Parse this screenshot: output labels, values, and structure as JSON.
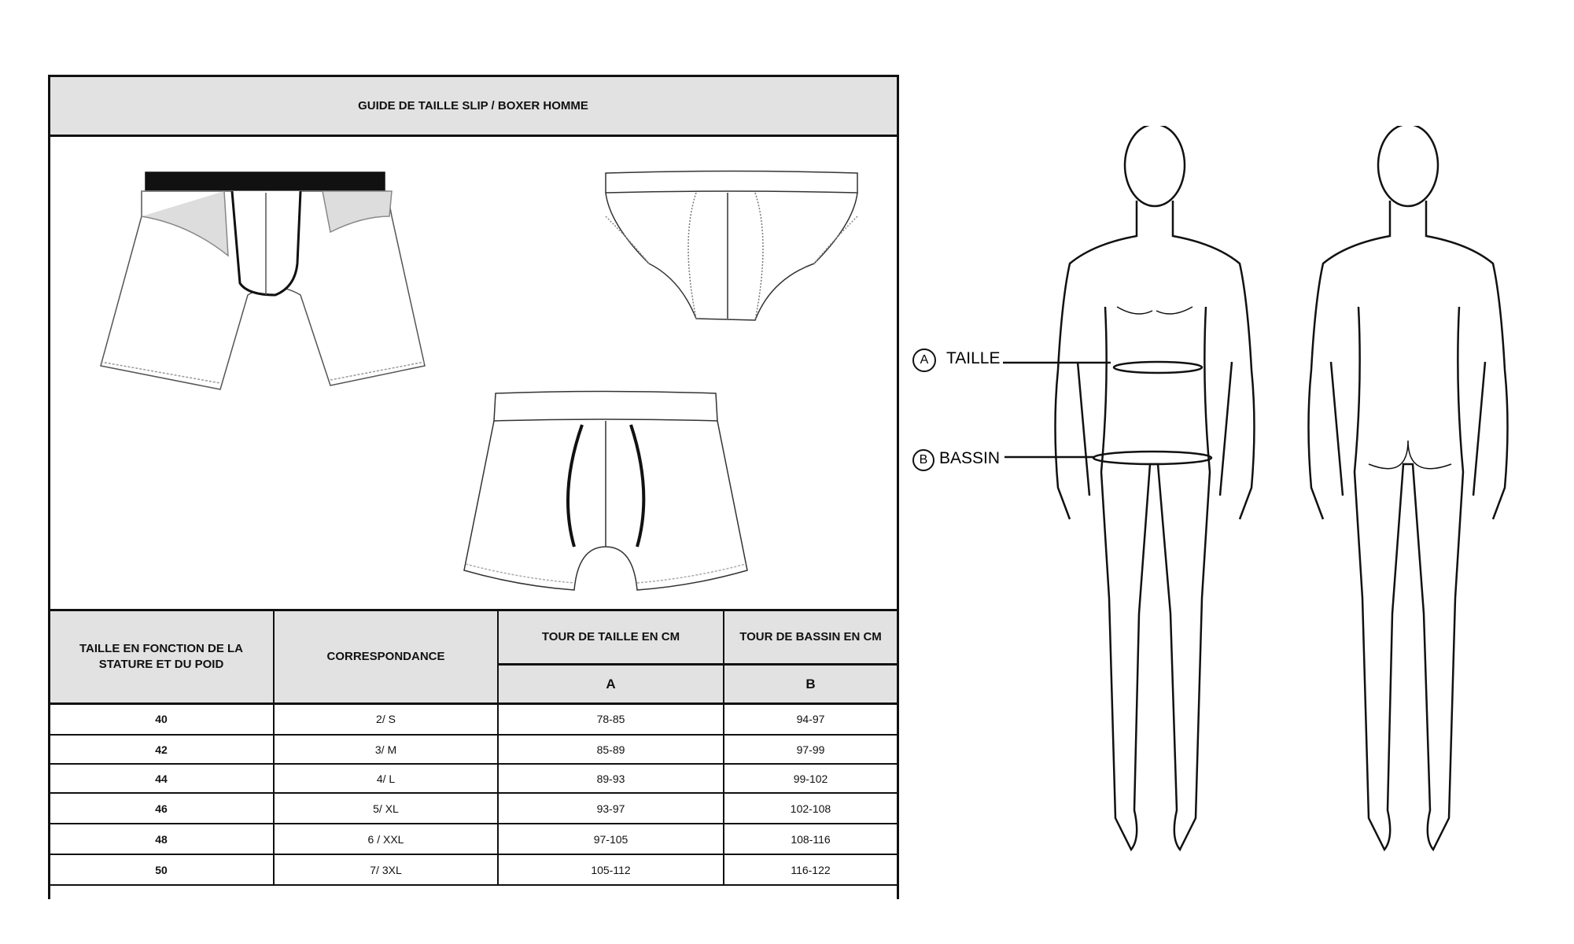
{
  "guide": {
    "title": "GUIDE DE TAILLE SLIP / BOXER HOMME",
    "headers": {
      "size": "TAILLE EN FONCTION DE LA STATURE ET DU POID",
      "correspondance": "CORRESPONDANCE",
      "waist": "TOUR DE TAILLE EN CM",
      "hip": "TOUR DE BASSIN EN CM",
      "waist_code": "A",
      "hip_code": "B"
    },
    "rows": [
      {
        "size": "40",
        "corr": "2/ S",
        "waist": "78-85",
        "hip": "94-97"
      },
      {
        "size": "42",
        "corr": "3/ M",
        "waist": "85-89",
        "hip": "97-99"
      },
      {
        "size": "44",
        "corr": "4/ L",
        "waist": "89-93",
        "hip": "99-102"
      },
      {
        "size": "46",
        "corr": "5/ XL",
        "waist": "93-97",
        "hip": "102-108"
      },
      {
        "size": "48",
        "corr": "6 / XXL",
        "waist": "97-105",
        "hip": "108-116"
      },
      {
        "size": "50",
        "corr": "7/ 3XL",
        "waist": "105-112",
        "hip": "116-122"
      }
    ]
  },
  "figure": {
    "label_a_code": "A",
    "label_a": "TAILLE",
    "label_b_code": "B",
    "label_b": "BASSIN"
  }
}
